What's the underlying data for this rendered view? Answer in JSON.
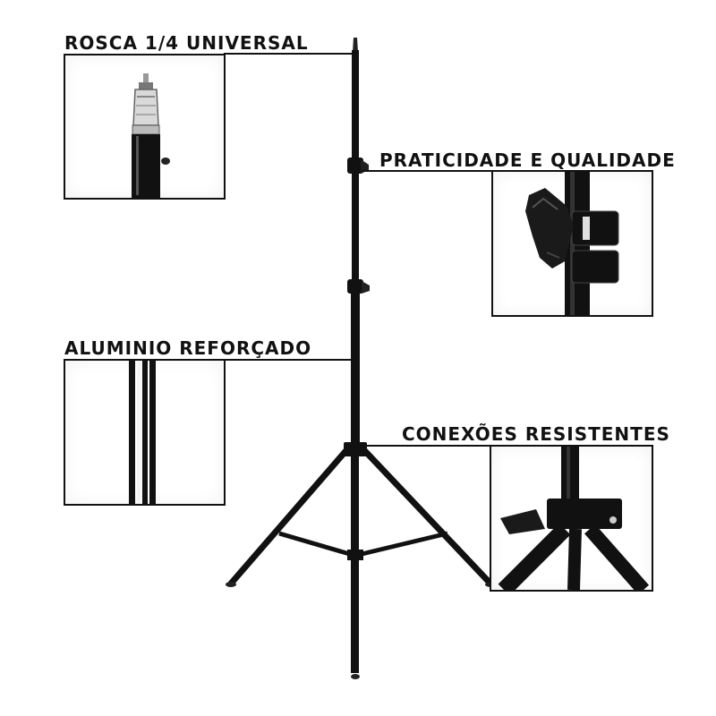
{
  "features": {
    "rosca": {
      "label": "ROSCA 1/4 UNIVERSAL",
      "icon": "thread-adapter-icon"
    },
    "praticidade": {
      "label": "PRATICIDADE E QUALIDADE",
      "icon": "knob-clamp-icon"
    },
    "aluminio": {
      "label": "ALUMINIO REFORÇADO",
      "icon": "aluminum-tubes-icon"
    },
    "conexoes": {
      "label": "CONEXÕES RESISTENTES",
      "icon": "leg-joint-icon"
    }
  },
  "colors": {
    "ink": "#111111",
    "background": "#ffffff"
  }
}
